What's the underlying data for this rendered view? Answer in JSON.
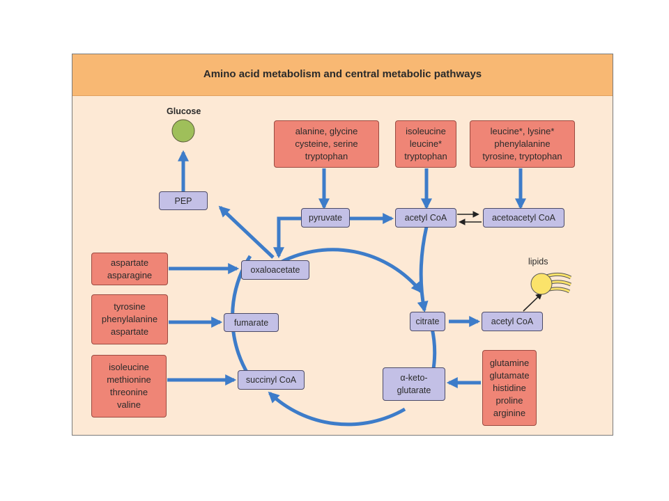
{
  "title": "Amino acid metabolism and central metabolic pathways",
  "labels": {
    "glucose": "Glucose",
    "lipids": "lipids"
  },
  "metabolites": {
    "pep": "PEP",
    "pyruvate": "pyruvate",
    "acetyl_coa": "acetyl  CoA",
    "acetoacetyl_coa": "acetoacetyl CoA",
    "oxaloacetate": "oxaloacetate",
    "fumarate": "fumarate",
    "succinyl_coa": "succinyl CoA",
    "citrate": "citrate",
    "acetyl_coa_lipid": "acetyl  CoA",
    "alpha_ketoglutarate": [
      "α-keto-",
      "glutarate"
    ]
  },
  "amino_acid_groups": {
    "to_pyruvate": [
      "alanine, glycine",
      "cysteine, serine",
      "tryptophan"
    ],
    "to_acetyl_coa": [
      "isoleucine",
      "leucine*",
      "tryptophan"
    ],
    "to_acetoacetyl_coa": [
      "leucine*, lysine*",
      "phenylalanine",
      "tyrosine, tryptophan"
    ],
    "to_oxaloacetate": [
      "aspartate",
      "asparagine"
    ],
    "to_fumarate": [
      "tyrosine",
      "phenylalanine",
      "aspartate"
    ],
    "to_succinyl_coa": [
      "isoleucine",
      "methionine",
      "threonine",
      "valine"
    ],
    "to_alpha_ketoglutarate": [
      "glutamine",
      "glutamate",
      "histidine",
      "proline",
      "arginine"
    ]
  },
  "colors": {
    "arrow": "#3d7cc9",
    "amino_acid_box": "#ef8576",
    "metabolite_box": "#c3c0e6",
    "title_bar": "#f8b873",
    "background": "#fde9d5",
    "glucose": "#9fbf5a",
    "lipid": "#fbe36a"
  }
}
